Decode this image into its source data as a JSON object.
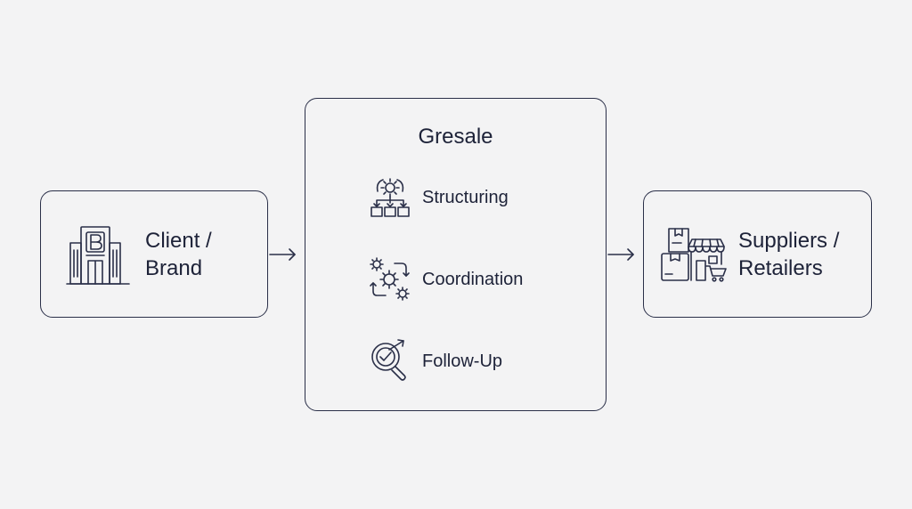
{
  "diagram": {
    "nodes": [
      {
        "id": "client",
        "lines": [
          "Client /",
          "Brand"
        ],
        "icon": "building-icon"
      },
      {
        "id": "gresale",
        "title": "Gresale",
        "steps": [
          {
            "label": "Structuring",
            "icon": "structuring-gear-icon"
          },
          {
            "label": "Coordination",
            "icon": "coordination-gears-icon"
          },
          {
            "label": "Follow-Up",
            "icon": "follow-up-magnifier-icon"
          }
        ]
      },
      {
        "id": "suppliers",
        "lines": [
          "Suppliers /",
          "Retailers"
        ],
        "icon": "storefront-icon"
      }
    ],
    "edges": [
      {
        "from": "client",
        "to": "gresale"
      },
      {
        "from": "gresale",
        "to": "suppliers"
      }
    ],
    "colors": {
      "stroke": "#2a2f48",
      "text": "#1d2238",
      "background": "#f3f3f4"
    }
  }
}
